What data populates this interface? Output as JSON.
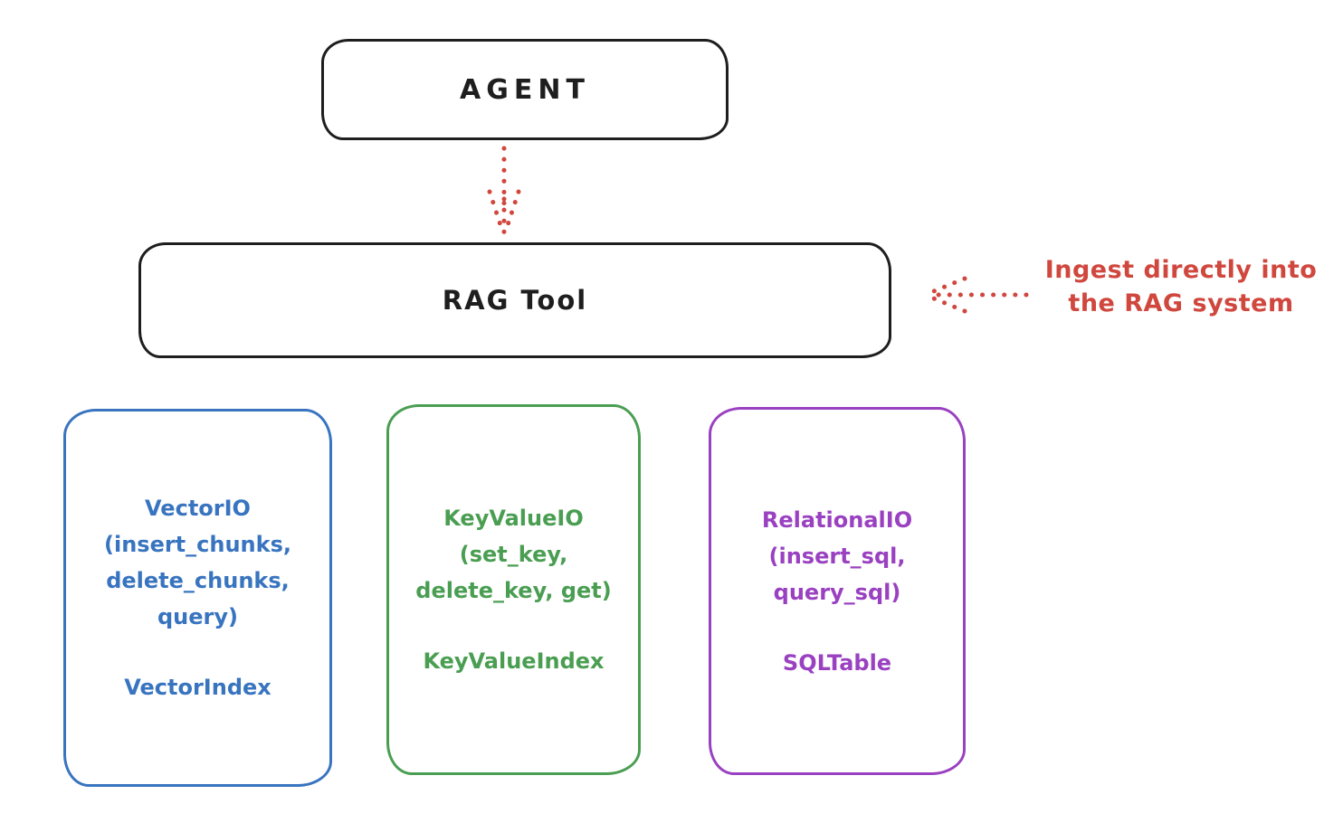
{
  "agent_box": {
    "label": "AGENT"
  },
  "rag_tool_box": {
    "label": "RAG Tool"
  },
  "annotation": {
    "text": "Ingest directly into\nthe RAG system"
  },
  "arrows": [
    {
      "name": "agent-to-ragtool-arrow",
      "style": "dotted",
      "direction": "down"
    },
    {
      "name": "ingest-annotation-arrow",
      "style": "dotted",
      "direction": "left"
    }
  ],
  "storage_boxes": [
    {
      "interface": "VectorIO\n(insert_chunks,\ndelete_chunks,\nquery)",
      "index": "VectorIndex",
      "color": "#3874bf"
    },
    {
      "interface": "KeyValueIO\n(set_key,\ndelete_key, get)",
      "index": "KeyValueIndex",
      "color": "#4a9e52"
    },
    {
      "interface": "RelationalIO\n(insert_sql,\nquery_sql)",
      "index": "SQLTable",
      "color": "#9a41c1"
    }
  ],
  "colors": {
    "stroke": "#1e1e1e",
    "red": "#d0473e",
    "blue": "#3874bf",
    "green": "#4a9e52",
    "purple": "#9a41c1",
    "bg": "#ffffff"
  }
}
